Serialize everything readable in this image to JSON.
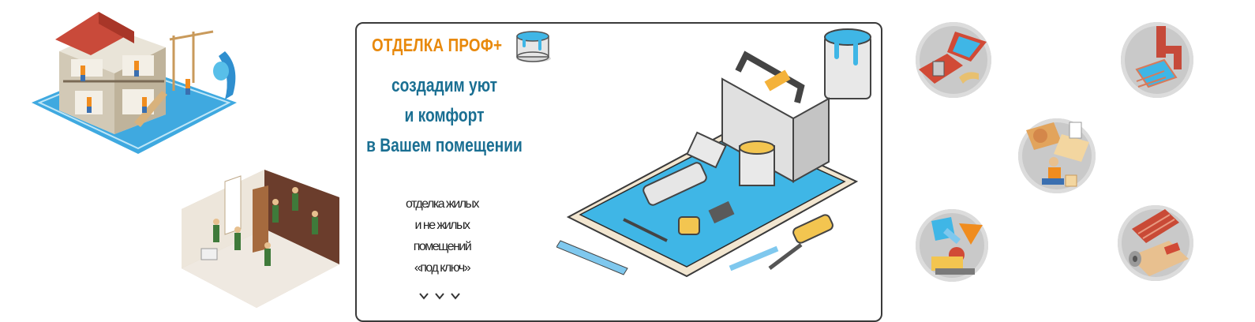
{
  "brand": {
    "title": "ОТДЕЛКА ПРОФ+"
  },
  "slogan": {
    "line1": "создадим уют",
    "line2": "и комфорт",
    "line3": "в Вашем помещении"
  },
  "services": {
    "line1": "отделка жилых",
    "line2": "и не жилых",
    "line3": "помещений",
    "line4": "«под ключ»"
  },
  "chevrons": "v v v",
  "colors": {
    "brand": "#e8890c",
    "slogan": "#1a6f92",
    "screen": "#3fb6e6",
    "border": "#3a3a3a",
    "circle": "#c9c9c9"
  },
  "icons": [
    "house-construction-illustration",
    "room-renovation-illustration",
    "phone-toolbox-illustration",
    "paint-can-icon",
    "roofing-window-icon",
    "gutter-pipe-icon",
    "floor-tiling-icon",
    "tools-grinder-icon",
    "roof-tiles-roll-icon"
  ]
}
